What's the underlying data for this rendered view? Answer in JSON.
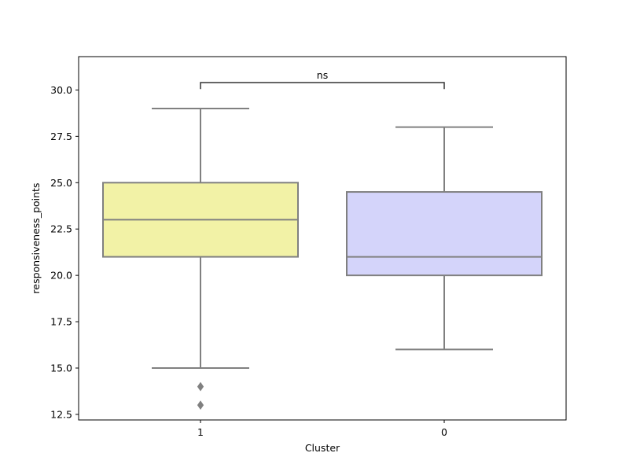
{
  "chart_data": {
    "type": "box",
    "xlabel": "Cluster",
    "ylabel": "responsiveness_points",
    "ylim": [
      12.2,
      31.8
    ],
    "yticks": [
      12.5,
      15.0,
      17.5,
      20.0,
      22.5,
      25.0,
      27.5,
      30.0
    ],
    "ytick_labels": [
      "12.5",
      "15.0",
      "17.5",
      "20.0",
      "22.5",
      "25.0",
      "27.5",
      "30.0"
    ],
    "grid": false,
    "categories": [
      "1",
      "0"
    ],
    "boxes": [
      {
        "category": "1",
        "whisker_low": 15.0,
        "q1": 21.0,
        "median": 23.0,
        "q3": 25.0,
        "whisker_high": 29.0,
        "outliers": [
          14.0,
          13.0
        ],
        "color": "#f2f2a6"
      },
      {
        "category": "0",
        "whisker_low": 16.0,
        "q1": 20.0,
        "median": 21.0,
        "q3": 24.5,
        "whisker_high": 28.0,
        "outliers": [],
        "color": "#d4d4fa"
      }
    ],
    "annotation": {
      "text": "ns",
      "between": [
        "1",
        "0"
      ],
      "y_level": 30.4,
      "tick_bottom": 30.05
    }
  },
  "colors": {
    "box_edge": "#808080",
    "bracket": "#333333",
    "axes": "#000000"
  }
}
